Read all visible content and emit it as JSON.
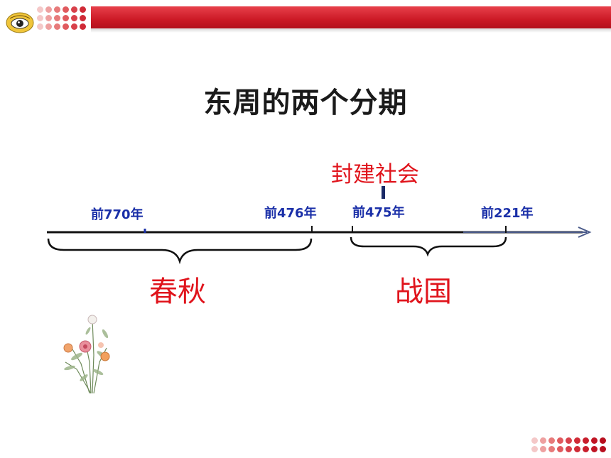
{
  "slide": {
    "title": "东周的两个分期",
    "annotation": "封建社会"
  },
  "timeline": {
    "years": [
      "前770年",
      "前476年",
      "前475年",
      "前221年"
    ],
    "periods": [
      "春秋",
      "战国"
    ]
  },
  "colors": {
    "banner_red": "#cc1a26",
    "year_blue": "#1a2fa8",
    "period_red": "#e0141c"
  },
  "icons": {
    "logo": "eye-emblem-icon",
    "decoration": "flower-bouquet-icon"
  }
}
